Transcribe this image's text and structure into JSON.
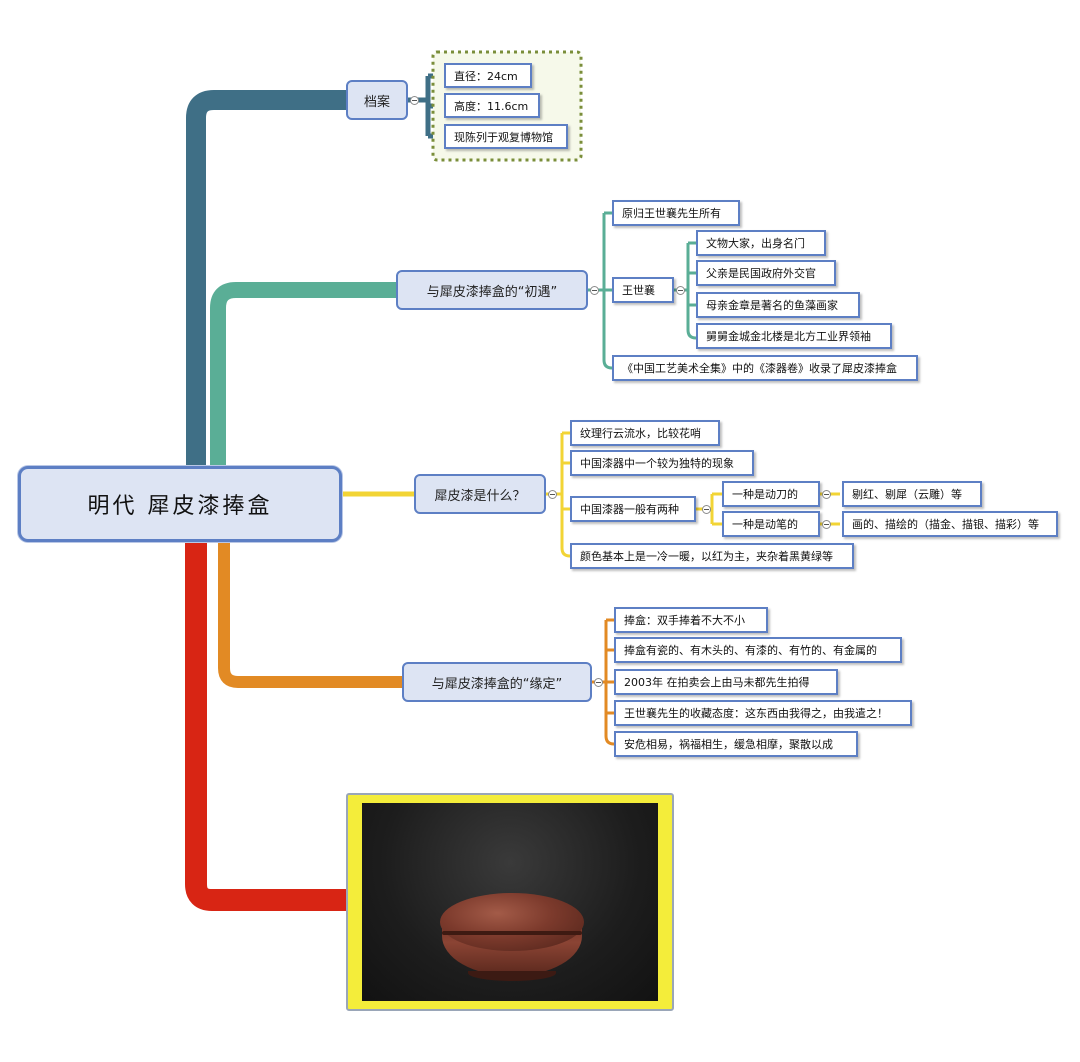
{
  "root": {
    "title": "明代 犀皮漆捧盒"
  },
  "branches": {
    "archive": {
      "label": "档案",
      "items": [
        "直径：24cm",
        "高度：11.6cm",
        "现陈列于观复博物馆"
      ]
    },
    "first_meet": {
      "label": "与犀皮漆捧盒的“初遇”",
      "items": [
        "原归王世襄先生所有",
        "王世襄",
        "《中国工艺美术全集》中的《漆器卷》收录了犀皮漆捧盒"
      ],
      "wang_items": [
        "文物大家，出身名门",
        "父亲是民国政府外交官",
        "母亲金章是著名的鱼藻画家",
        "舅舅金城金北楼是北方工业界领袖"
      ]
    },
    "what_is": {
      "label": "犀皮漆是什么？",
      "items": [
        "纹理行云流水，比较花哨",
        "中国漆器中一个较为独特的现象",
        "中国漆器一般有两种",
        "颜色基本上是一冷一暖，以红为主，夹杂着黑黄绿等"
      ],
      "types": [
        "一种是动刀的",
        "一种是动笔的"
      ],
      "type_examples": [
        "剔红、剔犀（云雕）等",
        "画的、描绘的（描金、描银、描彩）等"
      ]
    },
    "fate": {
      "label": "与犀皮漆捧盒的“缘定”",
      "items": [
        "捧盒：双手捧着不大不小",
        "捧盒有瓷的、有木头的、有漆的、有竹的、有金属的",
        "2003年 在拍卖会上由马未都先生拍得",
        "王世襄先生的收藏态度：这东西由我得之，由我遣之！",
        "安危相易，祸福相生，缓急相摩，聚散以成"
      ]
    }
  },
  "colors": {
    "archive": "#3f6f86",
    "first_meet": "#5aae96",
    "what_is": "#f2d435",
    "fate": "#e28a24",
    "photo": "#d82514",
    "node_border": "#5d7fc4"
  }
}
